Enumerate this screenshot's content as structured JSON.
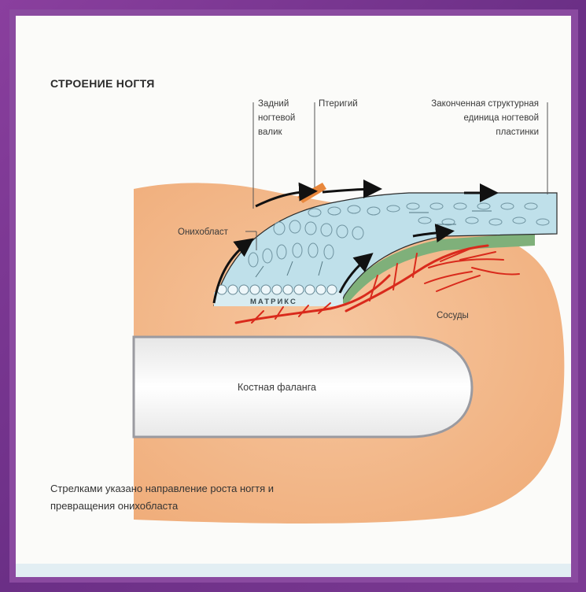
{
  "title": "СТРОЕНИЕ НОГТЯ",
  "labels": {
    "proximal_fold": "Задний ногтевой валик",
    "pterygium": "Птеригий",
    "finished_unit": "Законченная структурная единица ногтевой пластинки",
    "onychoblast": "Онихобласт",
    "matrix": "МАТРИКС",
    "vessels": "Сосуды",
    "phalanx": "Костная фаланга"
  },
  "caption": "Стрелками указано направление роста ногтя и превращения онихобласта",
  "colors": {
    "skin": "#f4b98a",
    "nail_plate": "#bfe0ea",
    "nail_bed": "#7fb07a",
    "bone": "#f2f2f2",
    "vessels": "#d92a1c",
    "arrows": "#111111"
  }
}
